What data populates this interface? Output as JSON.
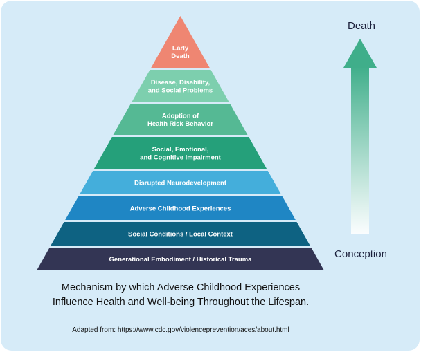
{
  "tiers": [
    {
      "lines": [
        "Early",
        "Death"
      ],
      "color": "#ef8672"
    },
    {
      "lines": [
        "Disease, Disability,",
        "and Social Problems"
      ],
      "color": "#7dcfae"
    },
    {
      "lines": [
        "Adoption of",
        "Health Risk Behavior"
      ],
      "color": "#55b994"
    },
    {
      "lines": [
        "Social, Emotional,",
        "and Cognitive Impairment"
      ],
      "color": "#25a07a"
    },
    {
      "lines": [
        "Disrupted Neurodevelopment"
      ],
      "color": "#44aedb"
    },
    {
      "lines": [
        "Adverse Childhood Experiences"
      ],
      "color": "#1f86c4"
    },
    {
      "lines": [
        "Social Conditions / Local Context"
      ],
      "color": "#0e6282"
    },
    {
      "lines": [
        "Generational Embodiment / Historical Trauma"
      ],
      "color": "#333554"
    }
  ],
  "axis": {
    "top_label": "Death",
    "bottom_label": "Conception",
    "arrow_color": "#3fae8a"
  },
  "caption": {
    "line1": "Mechanism by which Adverse Childhood Experiences",
    "line2": "Influence Health and Well-being Throughout the Lifespan."
  },
  "source": "Adapted from: https://www.cdc.gov/violenceprevention/aces/about.html"
}
